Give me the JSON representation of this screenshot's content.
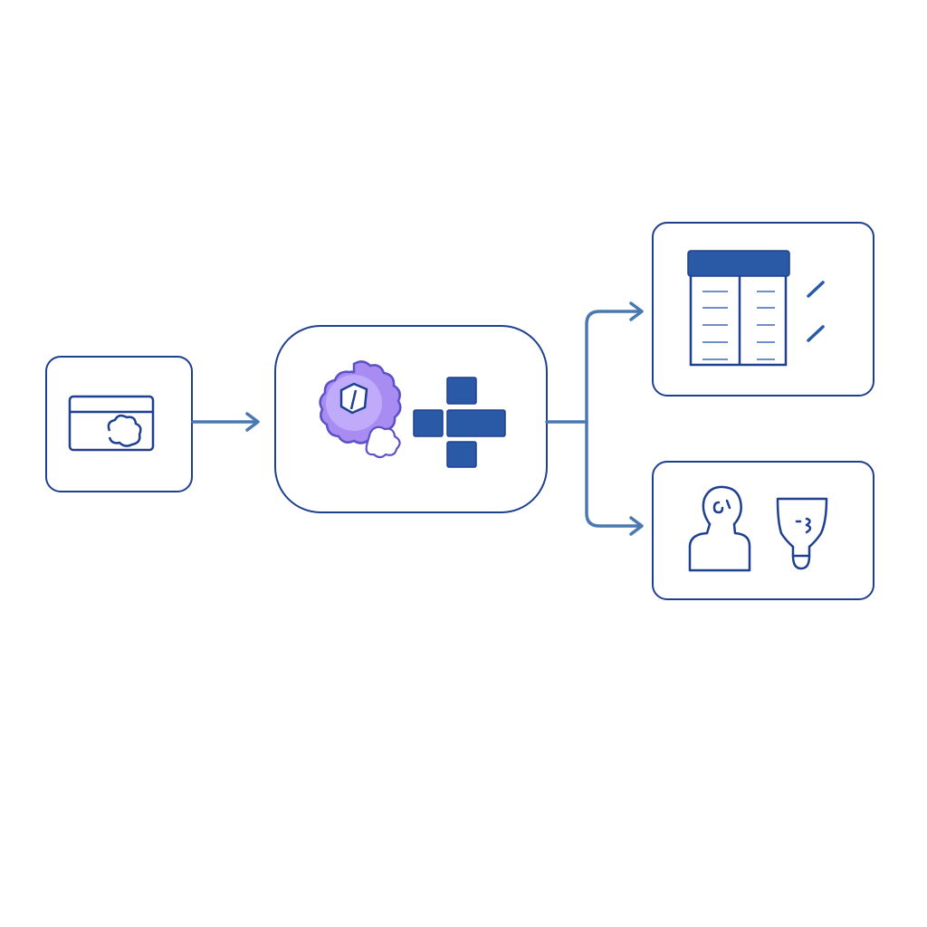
{
  "diagram": {
    "nodes": [
      {
        "id": "source",
        "icon": "card-with-cloud-icon"
      },
      {
        "id": "processor",
        "icon": "gear-and-blocks-icon"
      },
      {
        "id": "table-output",
        "icon": "table-with-checkmarks-icon"
      },
      {
        "id": "people-output",
        "icon": "person-and-bulb-icon"
      }
    ],
    "edges": [
      {
        "from": "source",
        "to": "processor"
      },
      {
        "from": "processor",
        "to": "table-output"
      },
      {
        "from": "processor",
        "to": "people-output"
      }
    ]
  },
  "colors": {
    "outline": "#1f3f8f",
    "arrow": "#4a78b0",
    "fill": "#2a5aa6",
    "accent": "#a88cf2"
  }
}
